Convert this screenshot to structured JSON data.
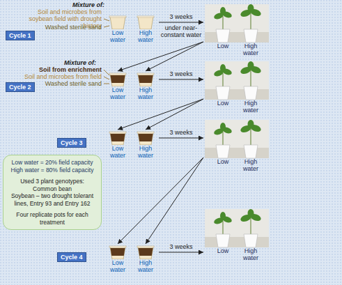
{
  "diagram": {
    "nodes": [
      {
        "text": [
          "Cycle 1"
        ]
      },
      {
        "text": [
          "Low water"
        ]
      },
      {
        "text": [
          "High water"
        ]
      },
      {
        "text": [
          "Low",
          "High water"
        ]
      },
      {
        "text": [
          "Cycle 2"
        ]
      },
      {
        "text": [
          "Low water"
        ]
      },
      {
        "text": [
          "High water"
        ]
      },
      {
        "text": [
          "Low",
          "High water"
        ]
      },
      {
        "text": [
          "Cycle 3"
        ]
      },
      {
        "text": [
          "Low water"
        ]
      },
      {
        "text": [
          "High water"
        ]
      },
      {
        "text": [
          "Low",
          "High water"
        ]
      },
      {
        "text": [
          "Low water = 20% field capacity",
          "High water = 80% field capacity",
          "Used 3 plant genotypes:",
          "Common bean",
          "Soybean – two drought tolerant lines, Entry 93 and Entry 162",
          "Four replicate pots for each treatment"
        ]
      },
      {
        "text": [
          "Cycle 4"
        ]
      },
      {
        "text": [
          "Low water"
        ]
      },
      {
        "text": [
          "High water"
        ]
      },
      {
        "text": [
          "Low",
          "High water"
        ]
      }
    ],
    "edges": [
      {
        "from": 2,
        "to": 3,
        "label": "3 weeks",
        "arrow": "to"
      },
      {
        "from": 3,
        "to": 5,
        "arrow": "to"
      },
      {
        "from": 3,
        "to": 6,
        "arrow": "to"
      },
      {
        "from": 6,
        "to": 7,
        "label": "3 weeks",
        "arrow": "to"
      },
      {
        "from": 7,
        "to": 9,
        "arrow": "to"
      },
      {
        "from": 7,
        "to": 10,
        "arrow": "to"
      },
      {
        "from": 10,
        "to": 11,
        "label": "3 weeks",
        "arrow": "to"
      },
      {
        "from": 11,
        "to": 14,
        "arrow": "to"
      },
      {
        "from": 11,
        "to": 15,
        "arrow": "to"
      },
      {
        "from": 15,
        "to": 16,
        "label": "3 weeks",
        "arrow": "to"
      }
    ],
    "labels": [
      "Mixture of:",
      "Soil and microbes from soybean field with drought history",
      "Washed sterile sand",
      "under near-constant water",
      "Mixture of:",
      "Soil from enrichment",
      "Soil and microbes from field",
      "Washed sterile sand"
    ]
  }
}
